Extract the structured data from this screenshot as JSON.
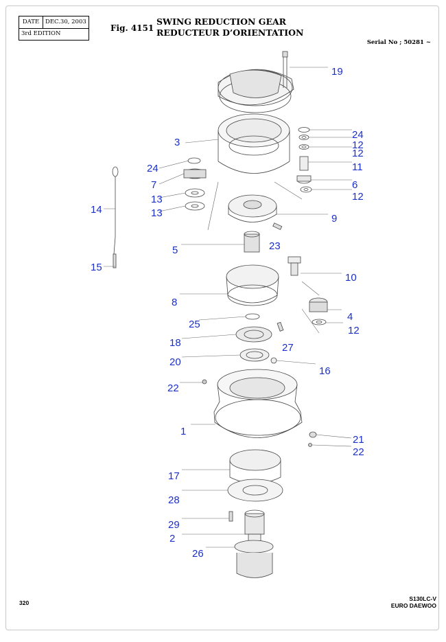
{
  "header": {
    "date_label": "DATE",
    "date_value": "DEC.30, 2003",
    "edition": "3rd  EDITION",
    "fig_no": "Fig. 4151",
    "title_en": "SWING REDUCTION GEAR",
    "title_fr": "REDUCTEUR D’ORIENTATION",
    "serial": "Serial No ; 50281 ~"
  },
  "footer": {
    "page_number": "320",
    "model": "S130LC-V",
    "brand": "EURO DAEWOO"
  },
  "callouts": [
    {
      "id": "c19",
      "label": "19"
    },
    {
      "id": "c24r",
      "label": "24"
    },
    {
      "id": "c12a",
      "label": "12"
    },
    {
      "id": "c12b",
      "label": "12"
    },
    {
      "id": "c3",
      "label": "3"
    },
    {
      "id": "c11",
      "label": "11"
    },
    {
      "id": "c24l",
      "label": "24"
    },
    {
      "id": "c7",
      "label": "7"
    },
    {
      "id": "c6",
      "label": "6"
    },
    {
      "id": "c12c",
      "label": "12"
    },
    {
      "id": "c13a",
      "label": "13"
    },
    {
      "id": "c14",
      "label": "14"
    },
    {
      "id": "c13b",
      "label": "13"
    },
    {
      "id": "c9",
      "label": "9"
    },
    {
      "id": "c23",
      "label": "23"
    },
    {
      "id": "c5",
      "label": "5"
    },
    {
      "id": "c15",
      "label": "15"
    },
    {
      "id": "c10",
      "label": "10"
    },
    {
      "id": "c8",
      "label": "8"
    },
    {
      "id": "c4",
      "label": "4"
    },
    {
      "id": "c25",
      "label": "25"
    },
    {
      "id": "c12d",
      "label": "12"
    },
    {
      "id": "c18",
      "label": "18"
    },
    {
      "id": "c27",
      "label": "27"
    },
    {
      "id": "c20",
      "label": "20"
    },
    {
      "id": "c16",
      "label": "16"
    },
    {
      "id": "c22a",
      "label": "22"
    },
    {
      "id": "c1",
      "label": "1"
    },
    {
      "id": "c21",
      "label": "21"
    },
    {
      "id": "c22b",
      "label": "22"
    },
    {
      "id": "c17",
      "label": "17"
    },
    {
      "id": "c28",
      "label": "28"
    },
    {
      "id": "c29",
      "label": "29"
    },
    {
      "id": "c2",
      "label": "2"
    },
    {
      "id": "c26",
      "label": "26"
    }
  ],
  "colors": {
    "callout": "#1a2fc9",
    "line_art": "#444444"
  }
}
